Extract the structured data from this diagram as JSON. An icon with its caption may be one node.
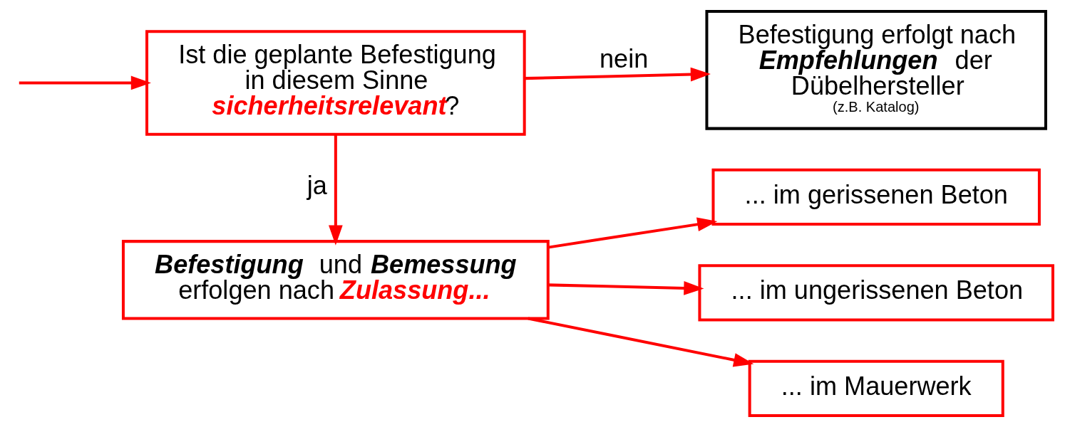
{
  "diagram": {
    "nodes": [
      {
        "text": [
          "Ist die geplante Befestigung in diesem Sinne sicherheitsrelevant?"
        ]
      },
      {
        "text": [
          "Befestigung und Bemessung erfolgen nach Zulassung..."
        ]
      },
      {
        "text": [
          "Befestigung erfolgt nach Empfehlungen der Dübelhersteller",
          "(z.B. Katalog)"
        ]
      },
      {
        "text": [
          "... im gerissenen Beton"
        ]
      },
      {
        "text": [
          "... im ungerissenen Beton"
        ]
      },
      {
        "text": [
          "... im Mauerwerk"
        ]
      }
    ],
    "edges": [
      {
        "from": null,
        "to": 0,
        "arrow": "to"
      },
      {
        "from": 0,
        "to": 2,
        "arrow": "to",
        "label": "nein"
      },
      {
        "from": 0,
        "to": 1,
        "arrow": "to",
        "label": "ja"
      },
      {
        "from": 1,
        "to": 3,
        "arrow": "to"
      },
      {
        "from": 1,
        "to": 4,
        "arrow": "to"
      },
      {
        "from": 1,
        "to": 5,
        "arrow": "to"
      }
    ]
  }
}
